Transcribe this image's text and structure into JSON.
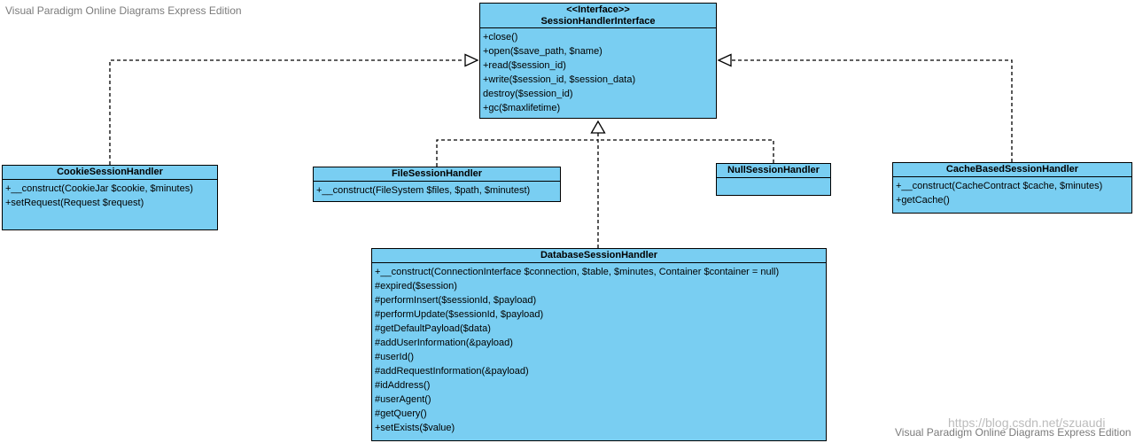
{
  "watermarks": {
    "top_left": "Visual Paradigm Online Diagrams Express Edition",
    "bottom_right": "Visual Paradigm Online Diagrams Express Edition",
    "bottom_right_url": "https://blog.csdn.net/szuaudi"
  },
  "colors": {
    "box_fill": "#79cef2",
    "box_border": "#000000",
    "connector": "#000000",
    "watermark_gray": "#7b7b7b",
    "watermark_light": "#bcbcbc"
  },
  "classes": {
    "interface": {
      "stereotype": "<<Interface>>",
      "name": "SessionHandlerInterface",
      "methods": [
        "+close()",
        "+open($save_path, $name)",
        "+read($session_id)",
        "+write($session_id, $session_data)",
        "destroy($session_id)",
        "+gc($maxlifetime)"
      ]
    },
    "cookie": {
      "name": "CookieSessionHandler",
      "methods": [
        "+__construct(CookieJar $cookie, $minutes)",
        "+setRequest(Request $request)"
      ]
    },
    "file": {
      "name": "FileSessionHandler",
      "methods": [
        "+__construct(FileSystem $files, $path, $minutest)"
      ]
    },
    "null": {
      "name": "NullSessionHandler",
      "methods": []
    },
    "cache": {
      "name": "CacheBasedSessionHandler",
      "methods": [
        "+__construct(CacheContract $cache, $minutes)",
        "+getCache()"
      ]
    },
    "database": {
      "name": "DatabaseSessionHandler",
      "methods": [
        "+__construct(ConnectionInterface $connection, $table, $minutes, Container $container = null)",
        "#expired($session)",
        "#performInsert($sessionId, $payload)",
        "#performUpdate($sessionId, $payload)",
        "#getDefaultPayload($data)",
        "#addUserInformation(&payload)",
        "#userId()",
        "#addRequestInformation(&payload)",
        "#idAddress()",
        "#userAgent()",
        "#getQuery()",
        "+setExists($value)"
      ]
    }
  }
}
